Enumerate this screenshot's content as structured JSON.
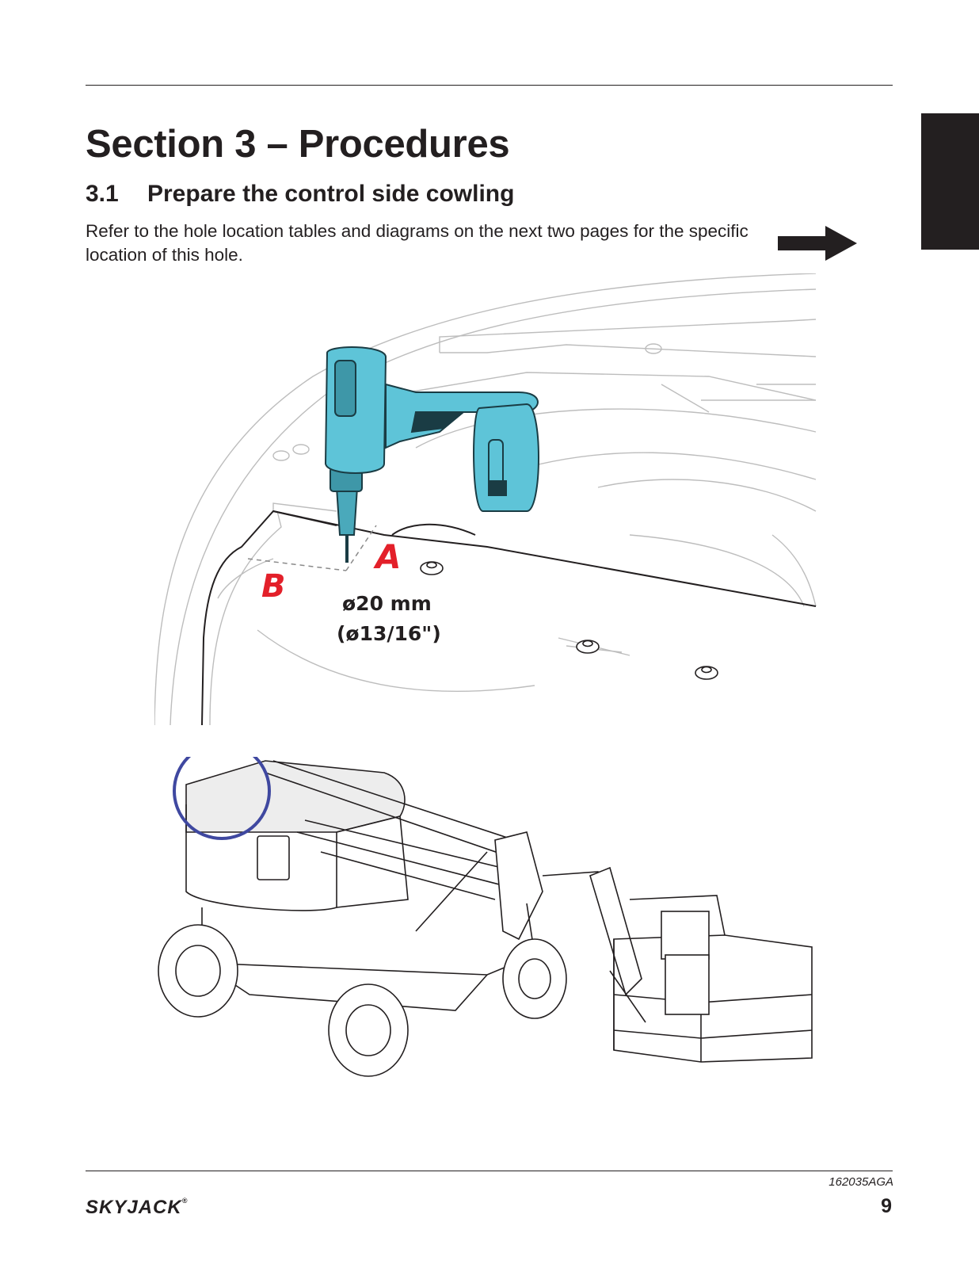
{
  "header": {
    "section_title": "Section 3 – Procedures",
    "subsection_number": "3.1",
    "subsection_title": "Prepare the control side cowling",
    "intro_text": "Refer to the hole location tables and diagrams on the next two pages for the specific location of this hole."
  },
  "callouts": {
    "label_a": "A",
    "label_b": "B",
    "diameter_metric": "ø20 mm",
    "diameter_imperial": "(ø13/16\")"
  },
  "footer": {
    "doc_code": "162035AGA",
    "brand": "SKYJACK",
    "page_number": "9"
  },
  "colors": {
    "drill": "#5ec4d8",
    "callout_red": "#e3202a",
    "highlight_circle": "#3f48a0",
    "text": "#231f20"
  },
  "icons": [
    "next-page-arrow-icon",
    "drill-icon"
  ]
}
